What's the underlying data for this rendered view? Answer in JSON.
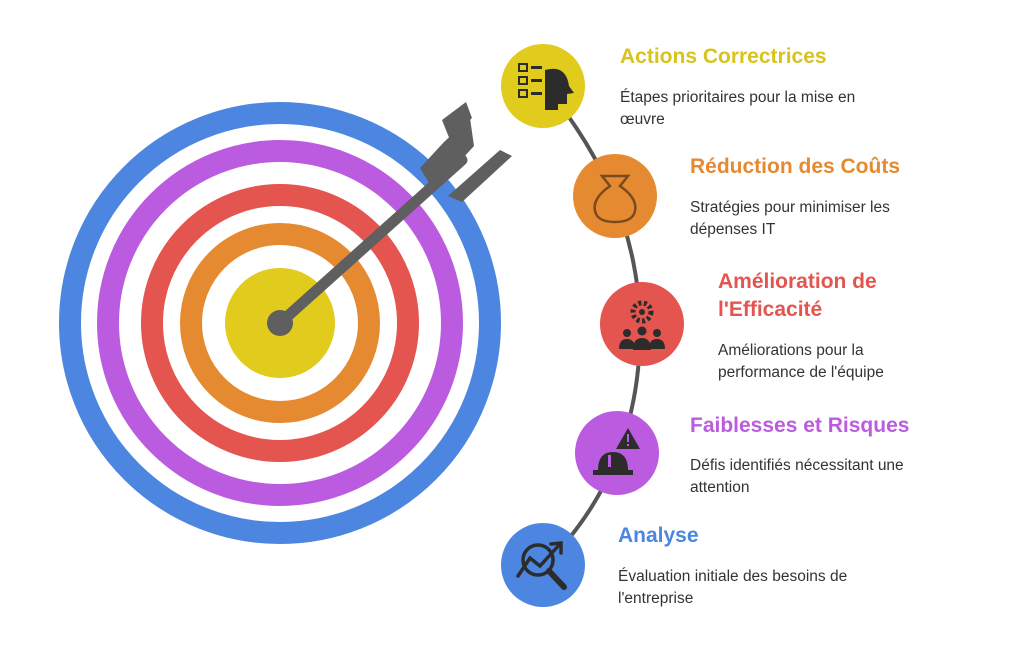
{
  "colors": {
    "blue": "#4C86E0",
    "purple": "#BB5BE0",
    "red": "#E5554F",
    "orange": "#E58A31",
    "yellow": "#E1CC1E",
    "arrow": "#5F5F5F",
    "connector": "#555555",
    "icon": "#2C2C2C"
  },
  "items": [
    {
      "title": "Actions Correctrices",
      "description": "Étapes prioritaires pour la mise en œuvre",
      "color": "#E1CC1E",
      "icon": "checklist-head-icon"
    },
    {
      "title": "Réduction des Coûts",
      "description": "Stratégies pour minimiser les dépenses IT",
      "color": "#E58A31",
      "icon": "money-bag-icon"
    },
    {
      "title": "Amélioration de l'Efficacité",
      "description": "Améliorations pour la performance de l'équipe",
      "color": "#E5554F",
      "icon": "team-gear-icon"
    },
    {
      "title": "Faiblesses et Risques",
      "description": "Défis identifiés nécessitant une attention",
      "color": "#BB5BE0",
      "icon": "hazard-warning-icon"
    },
    {
      "title": "Analyse",
      "description": "Évaluation initiale des besoins de l'entreprise",
      "color": "#4C86E0",
      "icon": "magnifier-trend-icon"
    }
  ]
}
